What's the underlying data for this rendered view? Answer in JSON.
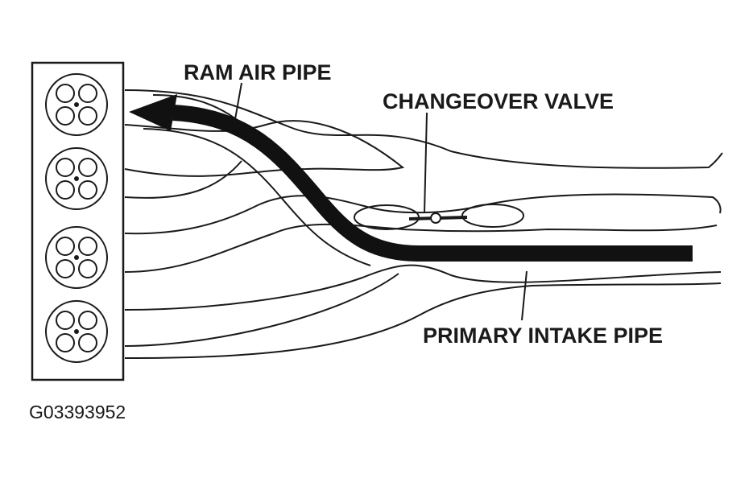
{
  "labels": {
    "ram_air_pipe": "RAM AIR PIPE",
    "changeover_valve": "CHANGEOVER VALVE",
    "primary_intake_pipe": "PRIMARY INTAKE PIPE"
  },
  "figure_id": "G03393952",
  "cylinder_ports": [
    {
      "id": "port-1"
    },
    {
      "id": "port-2"
    },
    {
      "id": "port-3"
    },
    {
      "id": "port-4"
    }
  ],
  "colors": {
    "ink": "#1a1a1a",
    "background": "#ffffff"
  }
}
